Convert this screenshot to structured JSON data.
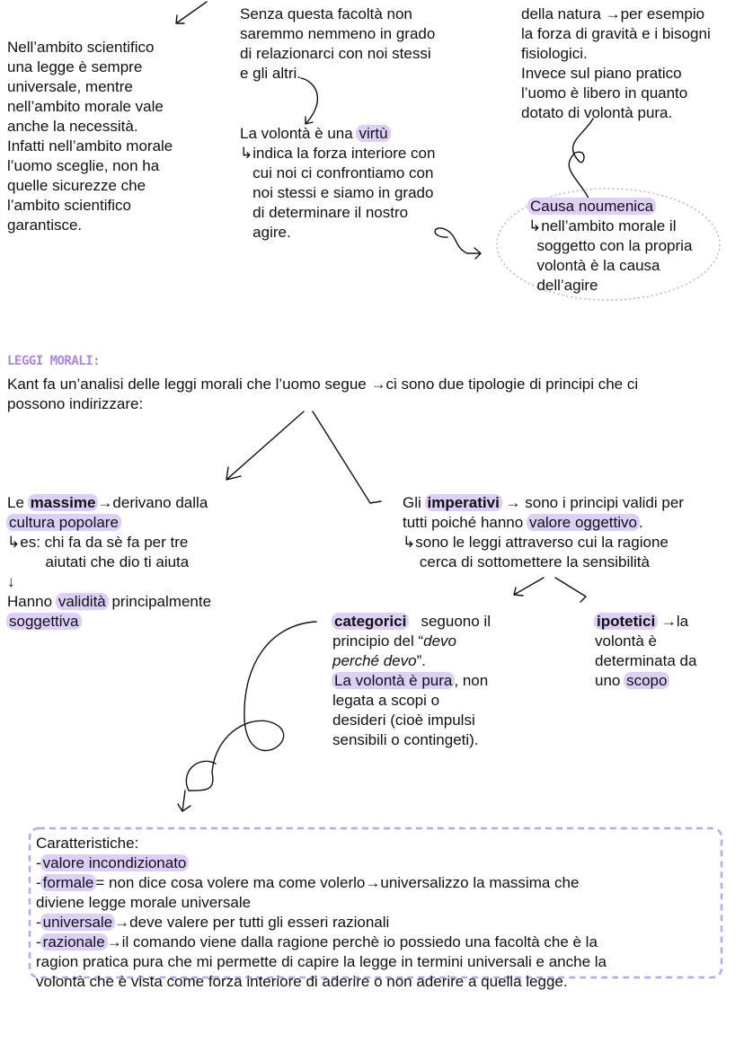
{
  "colors": {
    "highlight": "#dccff8",
    "heading": "#a88ae6",
    "box_border": "#b9a6ee",
    "text": "#111111"
  },
  "blocks": {
    "left_top": [
      [
        {
          "t": "Nell’ambito scientifico"
        }
      ],
      [
        {
          "t": "una legge è sempre"
        }
      ],
      [
        {
          "t": "universale, mentre"
        }
      ],
      [
        {
          "t": "nell’ambito morale vale"
        }
      ],
      [
        {
          "t": "anche la necessità."
        }
      ],
      [
        {
          "t": "Infatti nell’ambito morale"
        }
      ],
      [
        {
          "t": "l’uomo sceglie, non ha"
        }
      ],
      [
        {
          "t": "quelle sicurezze che"
        }
      ],
      [
        {
          "t": "l’ambito scientifico"
        }
      ],
      [
        {
          "t": "garantisce."
        }
      ]
    ],
    "middle_top": [
      [
        {
          "t": "Senza questa facoltà non"
        }
      ],
      [
        {
          "t": "saremmo nemmeno in grado"
        }
      ],
      [
        {
          "t": "di relazionarci con noi stessi"
        }
      ],
      [
        {
          "t": "e gli altri."
        }
      ]
    ],
    "middle_virtue": [
      [
        {
          "t": "La volontà è una "
        },
        {
          "t": "virtù",
          "hl": true
        }
      ],
      [
        {
          "t": "↳indica la forza interiore con"
        }
      ],
      [
        {
          "t": "   cui noi ci confrontiamo con"
        }
      ],
      [
        {
          "t": "   noi stessi e siamo in grado"
        }
      ],
      [
        {
          "t": "   di determinare il nostro"
        }
      ],
      [
        {
          "t": "   agire."
        }
      ]
    ],
    "right_top": [
      [
        {
          "t": "della natura →per esempio"
        }
      ],
      [
        {
          "t": "la forza di gravità e i bisogni"
        }
      ],
      [
        {
          "t": "fisiologici."
        }
      ],
      [
        {
          "t": "Invece sul piano pratico"
        }
      ],
      [
        {
          "t": "l’uomo è libero in quanto"
        }
      ],
      [
        {
          "t": "dotato di volontà pura."
        }
      ]
    ],
    "causa": [
      [
        {
          "t": "Causa noumenica",
          "hl": true
        }
      ],
      [
        {
          "t": "↳nell’ambito morale il"
        }
      ],
      [
        {
          "t": "  soggetto con la propria"
        }
      ],
      [
        {
          "t": "  volontà è la causa"
        }
      ],
      [
        {
          "t": "  dell’agire"
        }
      ]
    ],
    "intro": [
      [
        {
          "t": "Kant fa un’analisi delle leggi morali che l’uomo segue →ci sono due tipologie di principi che ci"
        }
      ],
      [
        {
          "t": "possono indirizzare:"
        }
      ]
    ],
    "massime": [
      [
        {
          "t": "Le "
        },
        {
          "t": "massime",
          "hl": true,
          "b": true
        },
        {
          "t": "→derivano dalla"
        }
      ],
      [
        {
          "t": "cultura popolare",
          "hl": true
        }
      ],
      [
        {
          "t": "↳es: chi fa da sè fa per tre"
        }
      ],
      [
        {
          "t": "         aiutati che dio ti aiuta"
        }
      ],
      [
        {
          "t": "↓"
        }
      ],
      [
        {
          "t": "Hanno "
        },
        {
          "t": "validità",
          "hl": true
        },
        {
          "t": " principalmente"
        }
      ],
      [
        {
          "t": "soggettiva",
          "hl": true
        }
      ]
    ],
    "imperativi": [
      [
        {
          "t": "Gli "
        },
        {
          "t": "imperativi",
          "hl": true,
          "b": true
        },
        {
          "t": " → sono i principi validi per"
        }
      ],
      [
        {
          "t": "tutti poiché hanno "
        },
        {
          "t": "valore oggettivo",
          "hl": true
        },
        {
          "t": "."
        }
      ],
      [
        {
          "t": "↳sono le leggi attraverso cui la ragione"
        }
      ],
      [
        {
          "t": "    cerca di sottomettere la sensibilità"
        }
      ]
    ],
    "categorici": [
      [
        {
          "t": "categorici",
          "hl": true,
          "b": true
        },
        {
          "t": "   seguono il"
        }
      ],
      [
        {
          "t": "principio del “"
        },
        {
          "t": "devo",
          "i": true
        }
      ],
      [
        {
          "t": "perché devo",
          "i": true
        },
        {
          "t": "”."
        }
      ],
      [
        {
          "t": "La volontà è pura",
          "hl": true
        },
        {
          "t": ", non"
        }
      ],
      [
        {
          "t": "legata a scopi o"
        }
      ],
      [
        {
          "t": "desideri (cioè impulsi"
        }
      ],
      [
        {
          "t": "sensibili o contingeti)."
        }
      ]
    ],
    "ipotetici": [
      [
        {
          "t": "ipotetici",
          "hl": true,
          "b": true
        },
        {
          "t": " →la"
        }
      ],
      [
        {
          "t": "volontà è"
        }
      ],
      [
        {
          "t": "determinata da"
        }
      ],
      [
        {
          "t": "uno "
        },
        {
          "t": "scopo",
          "hl": true
        }
      ]
    ],
    "caratteristiche": [
      [
        {
          "t": "Caratteristiche:"
        }
      ],
      [
        {
          "t": "-"
        },
        {
          "t": "valore incondizionato",
          "hl": true
        }
      ],
      [
        {
          "t": "-"
        },
        {
          "t": "formale",
          "hl": true
        },
        {
          "t": "= non dice cosa volere ma come volerlo→universalizzo la massima che"
        }
      ],
      [
        {
          "t": "diviene legge morale universale"
        }
      ],
      [
        {
          "t": "-"
        },
        {
          "t": "universale",
          "hl": true
        },
        {
          "t": "→deve valere per tutti gli esseri razionali"
        }
      ],
      [
        {
          "t": "-"
        },
        {
          "t": "razionale",
          "hl": true
        },
        {
          "t": "→il comando viene dalla ragione perchè io possiedo una facoltà che è la"
        }
      ],
      [
        {
          "t": "ragion pratica pura che mi permette di capire la legge in termini universali e anche la"
        }
      ],
      [
        {
          "t": "volontà che è vista come forza interiore di aderire o non aderire a quella legge."
        }
      ]
    ]
  },
  "heading": "LEGGI MORALI:"
}
